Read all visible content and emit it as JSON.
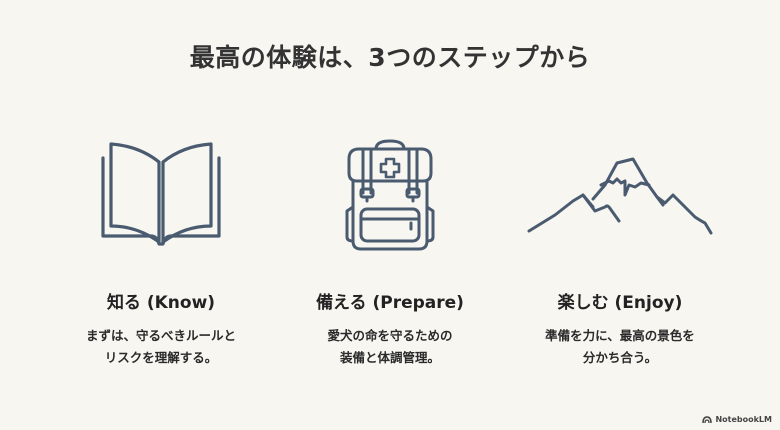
{
  "slide": {
    "title": "最高の体験は、3つのステップから",
    "colors": {
      "background": "#f7f6f1",
      "icon_stroke": "#4a5b70",
      "text": "#2b2b2b"
    },
    "steps": [
      {
        "icon": "open-book-icon",
        "heading": "知る (Know)",
        "desc_line1": "まずは、守るべきルールと",
        "desc_line2": "リスクを理解する。"
      },
      {
        "icon": "backpack-first-aid-icon",
        "heading": "備える (Prepare)",
        "desc_line1": "愛犬の命を守るための",
        "desc_line2": "装備と体調管理。"
      },
      {
        "icon": "mountain-icon",
        "heading": "楽しむ (Enjoy)",
        "desc_line1": "準備を力に、最高の景色を",
        "desc_line2": "分かち合う。"
      }
    ]
  },
  "watermark": {
    "icon": "notebooklm-logo-icon",
    "label": "NotebookLM"
  }
}
